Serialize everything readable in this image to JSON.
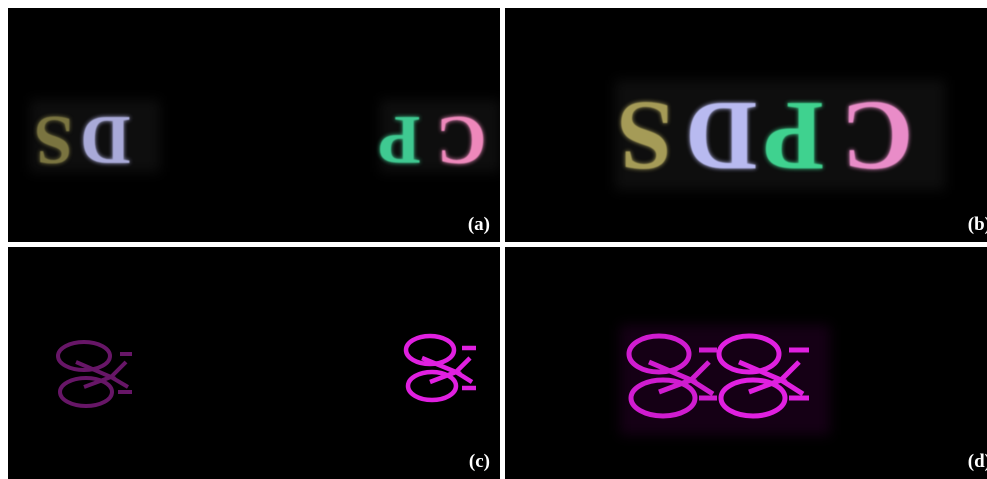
{
  "panels": [
    {
      "id": "a",
      "label": "(a)"
    },
    {
      "id": "b",
      "label": "(b)"
    },
    {
      "id": "c",
      "label": "(c)"
    },
    {
      "id": "d",
      "label": "(d)"
    }
  ],
  "letters": {
    "a": [
      {
        "char": "S",
        "color": "#7a7440"
      },
      {
        "char": "D",
        "color": "#a9aad8"
      },
      {
        "char": "P",
        "color": "#3fc991"
      },
      {
        "char": "C",
        "color": "#ee88bb"
      }
    ],
    "b": [
      {
        "char": "S",
        "color": "#a59b57"
      },
      {
        "char": "D",
        "color": "#b8baf0"
      },
      {
        "char": "P",
        "color": "#3fd28f"
      },
      {
        "char": "C",
        "color": "#e98cc8"
      }
    ]
  },
  "colors": {
    "background": "#000000",
    "divider": "#ffffff",
    "bike_dim": "#7a1a7a",
    "bike_bright": "#e020e0"
  }
}
